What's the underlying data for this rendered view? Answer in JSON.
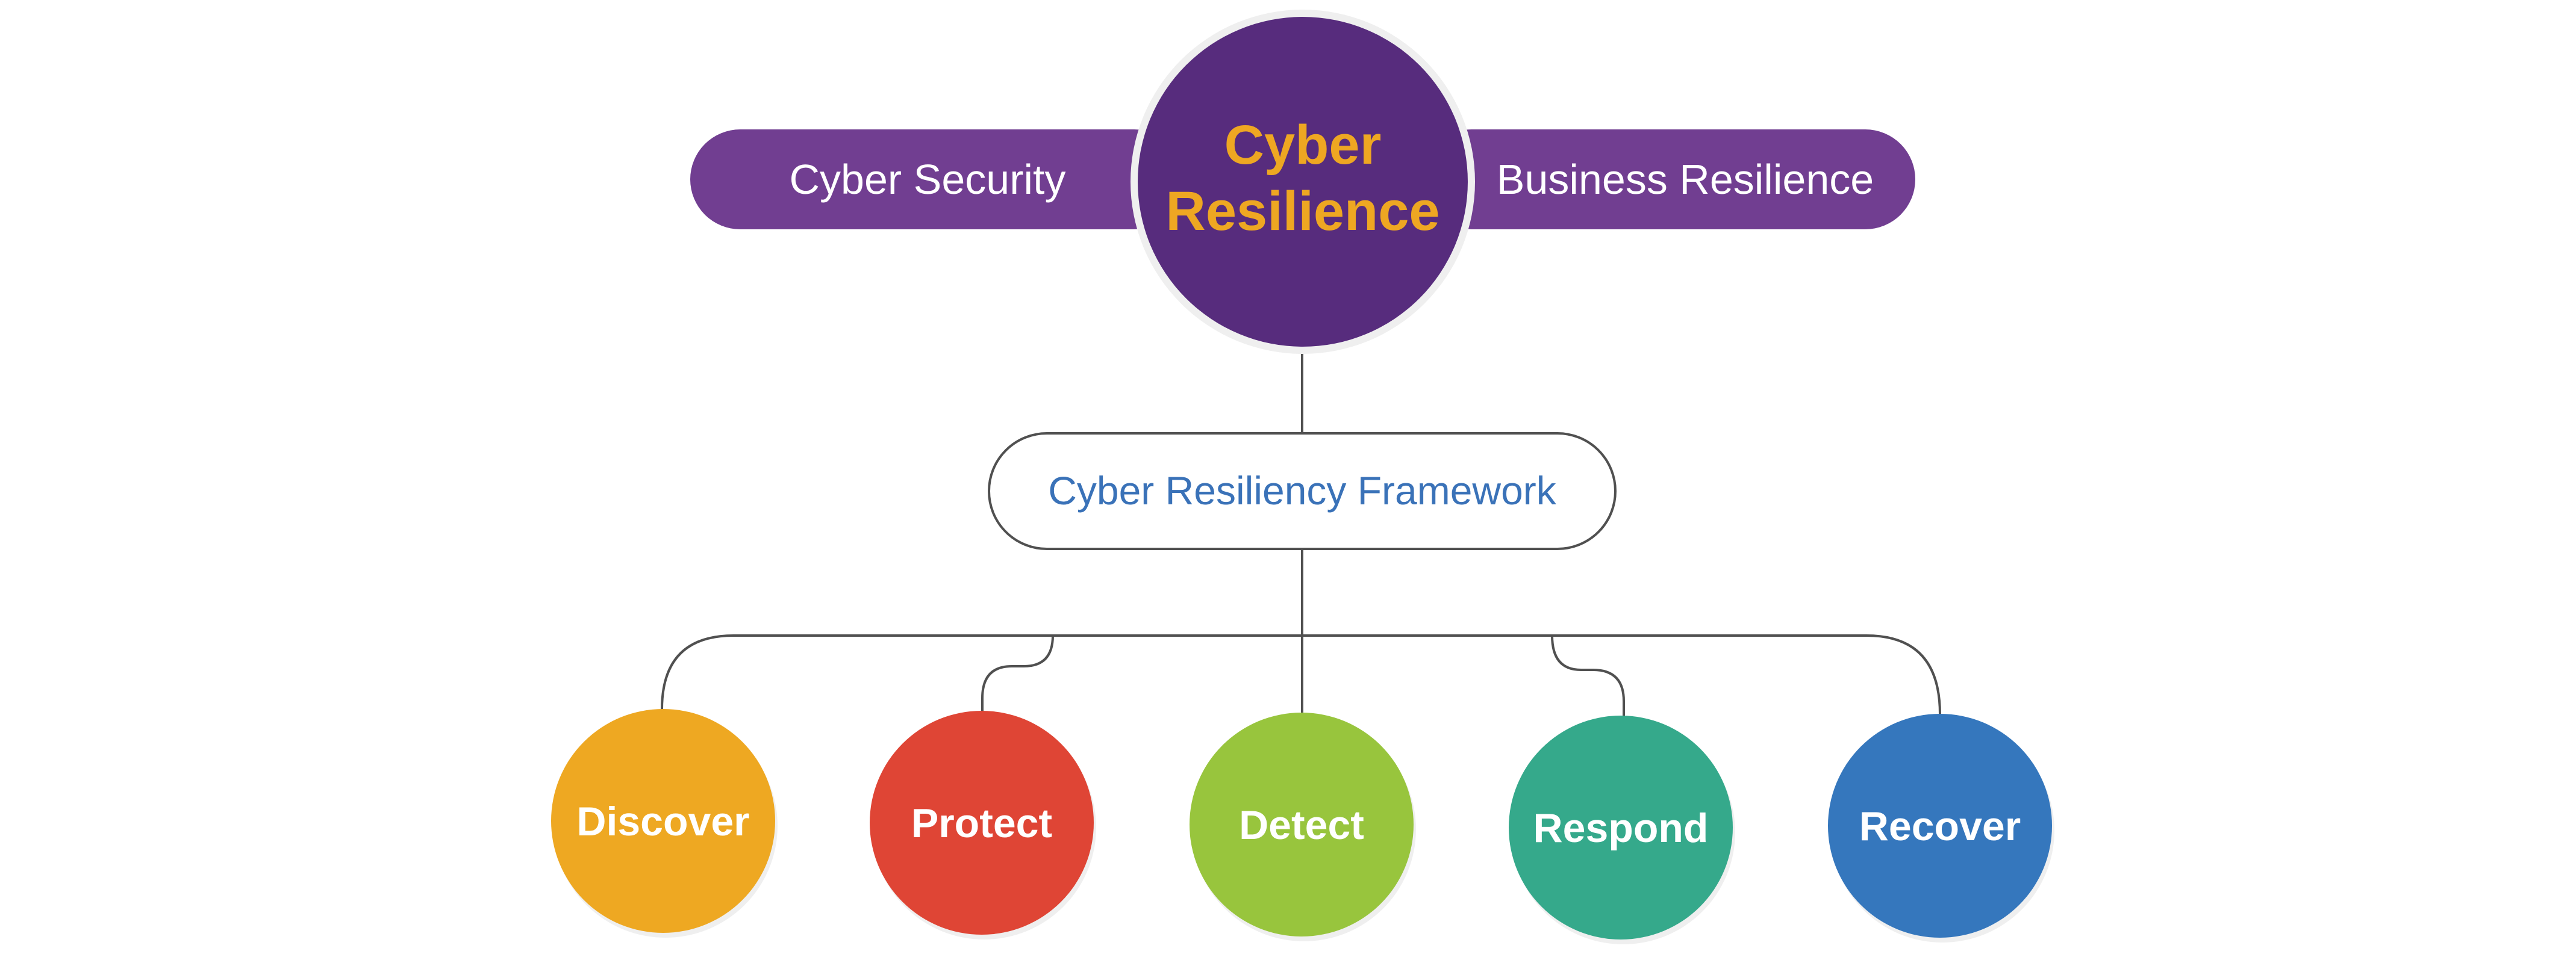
{
  "diagram": {
    "hub": {
      "line1": "Cyber",
      "line2": "Resilience",
      "fill": "#572C7D",
      "text_color": "#EEA722"
    },
    "left_pill": {
      "label": "Cyber Security",
      "fill": "#713E91"
    },
    "right_pill": {
      "label": "Business Resilience",
      "fill": "#713E91"
    },
    "framework": {
      "label": "Cyber Resiliency Framework",
      "text_color": "#3A72B8"
    },
    "nodes": [
      {
        "label": "Discover",
        "color": "#EEA822"
      },
      {
        "label": "Protect",
        "color": "#DF4535"
      },
      {
        "label": "Detect",
        "color": "#98C53D"
      },
      {
        "label": "Respond",
        "color": "#35A98B"
      },
      {
        "label": "Recover",
        "color": "#3577BD"
      }
    ],
    "connector_color": "#505050"
  }
}
